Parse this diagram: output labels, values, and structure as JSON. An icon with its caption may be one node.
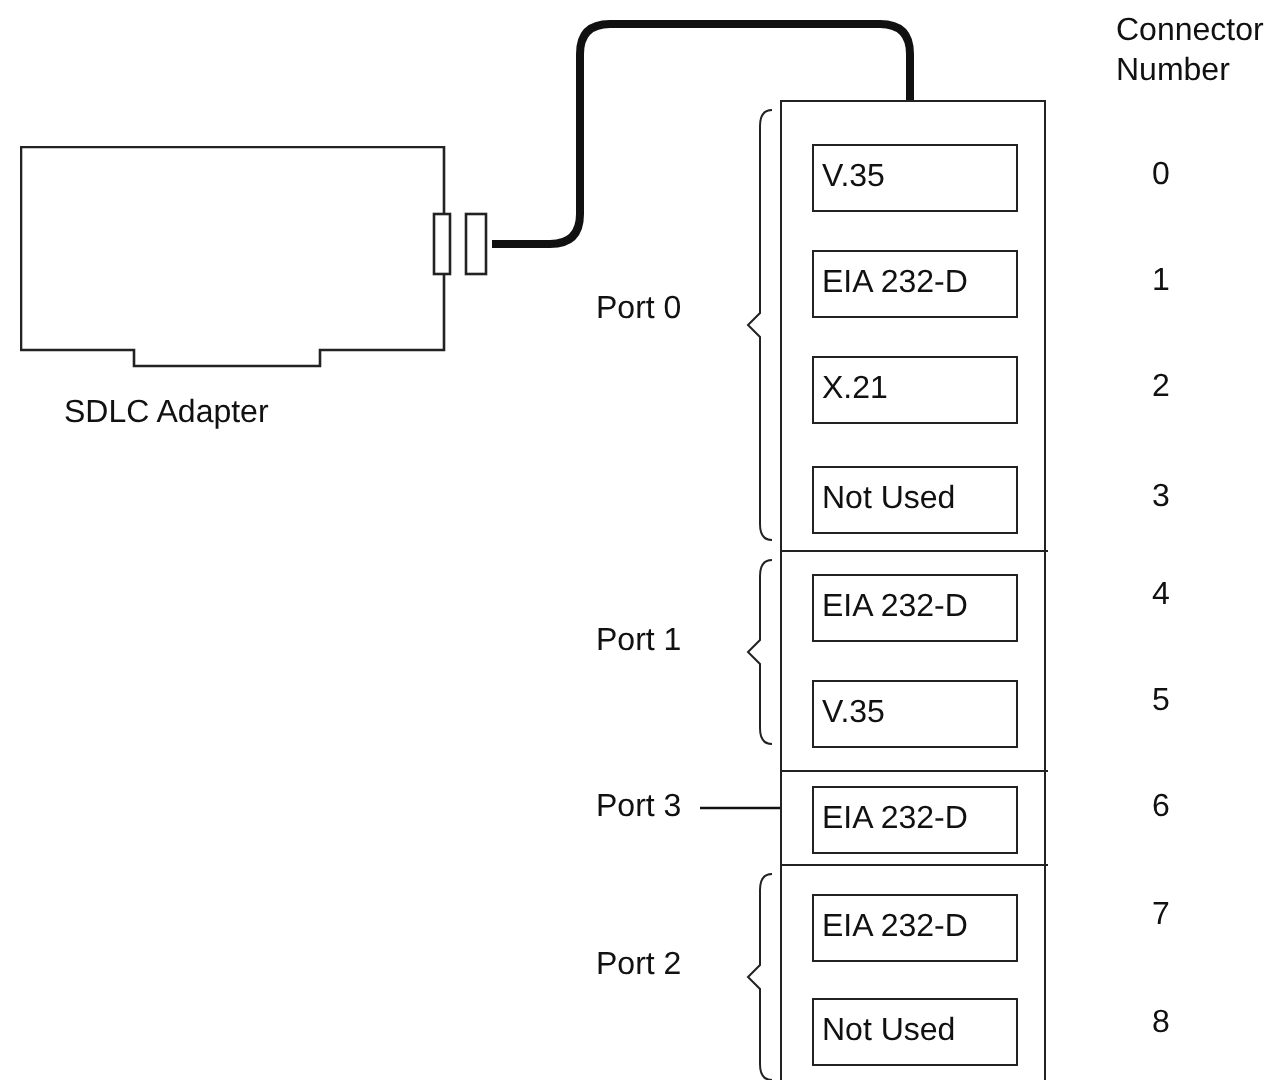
{
  "diagram": {
    "nodes": [
      {
        "text": [
          "SDLC Adapter"
        ]
      },
      {
        "text": [],
        "shape": "box"
      },
      {
        "text": [],
        "shape": "box",
        "in": 1,
        "beside": [
          "Port 0"
        ]
      },
      {
        "text": [
          "V.35"
        ],
        "in": 2
      },
      {
        "text": [
          "EIA 232-D"
        ],
        "in": 2
      },
      {
        "text": [
          "X.21"
        ],
        "in": 2
      },
      {
        "text": [
          "Not Used"
        ],
        "in": 2
      },
      {
        "text": [],
        "shape": "box",
        "in": 1,
        "beside": [
          "Port 1"
        ]
      },
      {
        "text": [
          "EIA 232-D"
        ],
        "in": 7
      },
      {
        "text": [
          "V.35"
        ],
        "in": 7
      },
      {
        "text": [],
        "shape": "box",
        "in": 1
      },
      {
        "text": [
          "EIA 232-D"
        ],
        "in": 10
      },
      {
        "text": [],
        "shape": "box",
        "in": 1,
        "beside": [
          "Port 2"
        ]
      },
      {
        "text": [
          "EIA 232-D"
        ],
        "in": 12
      },
      {
        "text": [
          "Not Used"
        ],
        "in": 12
      },
      {
        "text": [
          "Port 3"
        ]
      }
    ],
    "edges": [
      {
        "from": 0,
        "to": 1,
        "arrow": "none",
        "style": "thick"
      },
      {
        "from": 15,
        "to": 10,
        "arrow": "none"
      }
    ],
    "labels": [
      "Connector Number",
      "0",
      "1",
      "2",
      "3",
      "4",
      "5",
      "6",
      "7",
      "8"
    ]
  }
}
